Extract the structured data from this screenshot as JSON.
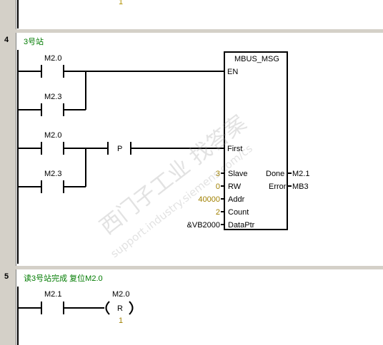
{
  "prev_network": {
    "trailing_value": "1"
  },
  "network4": {
    "number": "4",
    "title": "3号站",
    "contacts": [
      "M2.0",
      "M2.3",
      "M2.0",
      "M2.3"
    ],
    "p_contact": "P",
    "block": {
      "name": "MBUS_MSG",
      "inputs": [
        "EN",
        "First",
        "Slave",
        "RW",
        "Addr",
        "Count",
        "DataPtr"
      ],
      "input_values": [
        "3",
        "0",
        "40000",
        "2",
        "&VB2000"
      ],
      "outputs": [
        "Done",
        "Error"
      ],
      "output_values": [
        "M2.1",
        "MB3"
      ]
    }
  },
  "network5": {
    "number": "5",
    "title": "读3号站完成 复位M2.0",
    "contact": "M2.1",
    "coil_operand": "M2.0",
    "coil_label": "R",
    "coil_param": "1"
  },
  "watermark": {
    "line1": "西门子工业 找答案",
    "line2": "support.industry.siemens.com/cs"
  }
}
